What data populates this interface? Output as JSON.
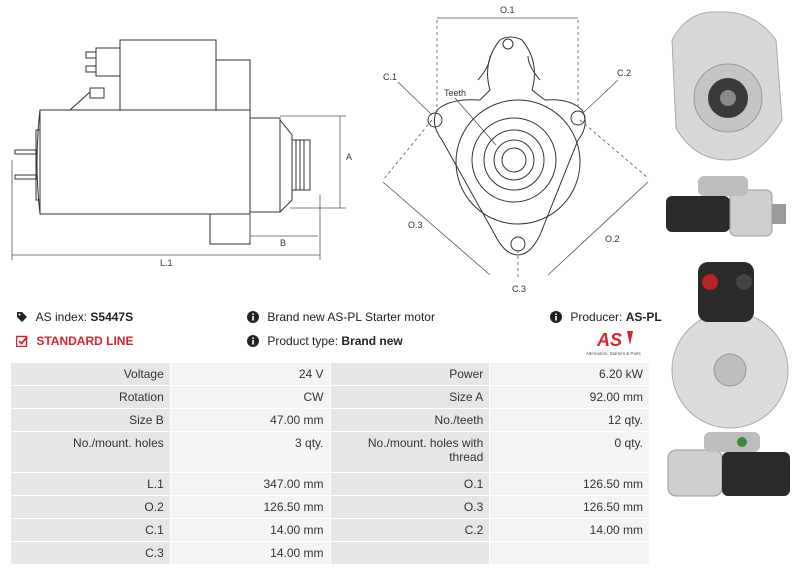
{
  "diagram": {
    "labels": {
      "a": "A",
      "b": "B",
      "l1": "L.1",
      "o1": "O.1",
      "o2": "O.2",
      "o3": "O.3",
      "c1": "C.1",
      "c2": "C.2",
      "c3": "C.3",
      "teeth": "Teeth"
    }
  },
  "info": {
    "as_index_label": "AS index:",
    "as_index_value": "S5447S",
    "standard_line": "STANDARD LINE",
    "brand_new_text": "Brand new AS-PL Starter motor",
    "product_type_label": "Product type:",
    "product_type_value": "Brand new",
    "producer_label": "Producer:",
    "producer_value": "AS-PL"
  },
  "logo": {
    "text": "AS",
    "tagline": "Alternators, Starters & Parts",
    "color": "#d9232e"
  },
  "specs": [
    {
      "l1": "Voltage",
      "v1": "24 V",
      "l2": "Power",
      "v2": "6.20 kW"
    },
    {
      "l1": "Rotation",
      "v1": "CW",
      "l2": "Size A",
      "v2": "92.00 mm"
    },
    {
      "l1": "Size B",
      "v1": "47.00 mm",
      "l2": "No./teeth",
      "v2": "12 qty."
    },
    {
      "l1": "No./mount. holes",
      "v1": "3 qty.",
      "l2": "No./mount. holes with thread",
      "v2": "0 qty."
    },
    {
      "l1": "L.1",
      "v1": "347.00 mm",
      "l2": "O.1",
      "v2": "126.50 mm"
    },
    {
      "l1": "O.2",
      "v1": "126.50 mm",
      "l2": "O.3",
      "v2": "126.50 mm"
    },
    {
      "l1": "C.1",
      "v1": "14.00 mm",
      "l2": "C.2",
      "v2": "14.00 mm"
    },
    {
      "l1": "C.3",
      "v1": "14.00 mm",
      "l2": "",
      "v2": ""
    }
  ]
}
